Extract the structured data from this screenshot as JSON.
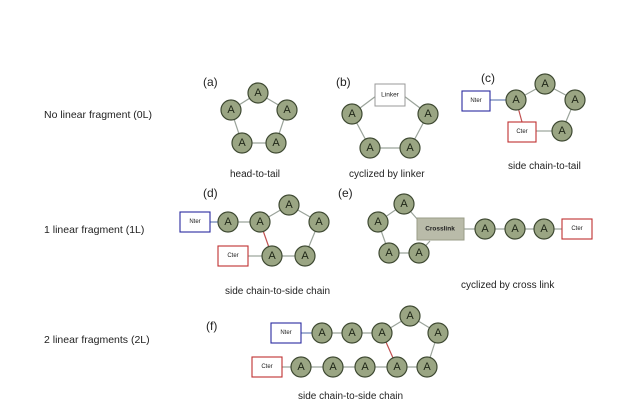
{
  "rows": {
    "row_0l": "No linear fragment (0L)",
    "row_1l": "1 linear fragment (1L)",
    "row_2l": "2 linear fragments (2L)"
  },
  "residue_label": "A",
  "terminals": {
    "nter": "Nter",
    "cter": "Cter"
  },
  "panels": {
    "a": {
      "letter": "(a)",
      "caption": "head-to-tail"
    },
    "b": {
      "letter": "(b)",
      "caption": "cyclized by linker",
      "box": "Linker"
    },
    "c": {
      "letter": "(c)",
      "caption": "side chain-to-tail"
    },
    "d": {
      "letter": "(d)",
      "caption": "side chain-to-side chain"
    },
    "e": {
      "letter": "(e)",
      "caption": "cyclized by cross link",
      "box": "Crosslink"
    },
    "f": {
      "letter": "(f)",
      "caption": "side chain-to-side chain"
    }
  },
  "colors": {
    "residue_fill": "#9aa583",
    "nter_border": "#2a2aa0",
    "cter_border": "#c03030",
    "crosslink_fill": "#b9bba9"
  }
}
